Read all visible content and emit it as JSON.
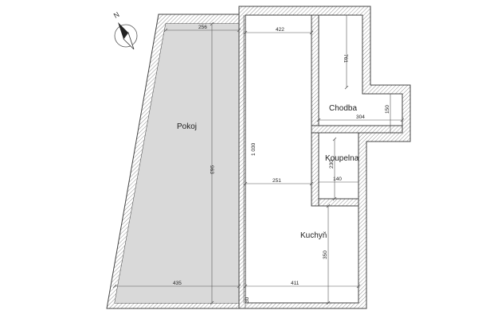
{
  "compass": {
    "north_label": "N",
    "icon": "north-arrow-icon"
  },
  "colors": {
    "pokoj_fill": "#d9d9d9",
    "wall_line": "#444444",
    "background": "#ffffff"
  },
  "rooms": {
    "pokoj": "Pokoj",
    "chodba": "Chodba",
    "koupelna": "Koupelna",
    "kuchyn": "Kuchyň"
  },
  "dimensions": {
    "pokoj_top_width": "256",
    "top_right_width": "422",
    "chodba_height": "761",
    "pokoj_height": "963",
    "middle_height": "1 030",
    "chodba_bottom_width": "304",
    "chodba_ext_height": "150",
    "koupelna_height": "230",
    "koupelna_width": "140",
    "middle_width": "251",
    "kuchyn_height": "350",
    "pokoj_bottom_width": "435",
    "kuchyn_bottom_width": "411",
    "door_width": "30"
  }
}
